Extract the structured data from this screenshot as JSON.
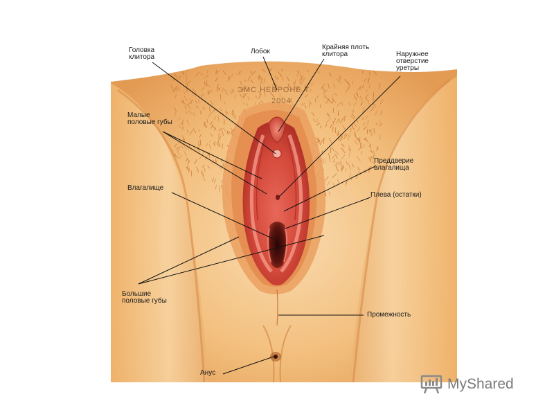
{
  "diagram": {
    "labels": {
      "clitoris_glans": "Головка\nклитора",
      "pubis": "Лобок",
      "clitoral_hood": "Крайняя плоть\nклитора",
      "urethral_opening": "Наружнее\nотверстие\nуретры",
      "labia_minora": "Малые\nполовые губы",
      "vestibule": "Преддверие\nвлагалища",
      "vagina": "Влагалище",
      "hymen": "Плева (остатки)",
      "labia_majora": "Большие\nполовые губы",
      "perineum": "Промежность",
      "anus": "Анус"
    },
    "watermark": {
      "line1": "ЭМС НЕВРОНЕ Т",
      "line2": "2004"
    }
  },
  "branding": {
    "logo_text": "MyShared",
    "logo_icon": "presentation-board-icon"
  },
  "colors": {
    "skin_light": "#f8d6a0",
    "skin_mid": "#f1b56e",
    "skin_shadow": "#d98a45",
    "hair": "#c8752f",
    "mucosa": "#d9503c",
    "mucosa_dark": "#8a1f1a",
    "cavity": "#3a0d0a"
  }
}
